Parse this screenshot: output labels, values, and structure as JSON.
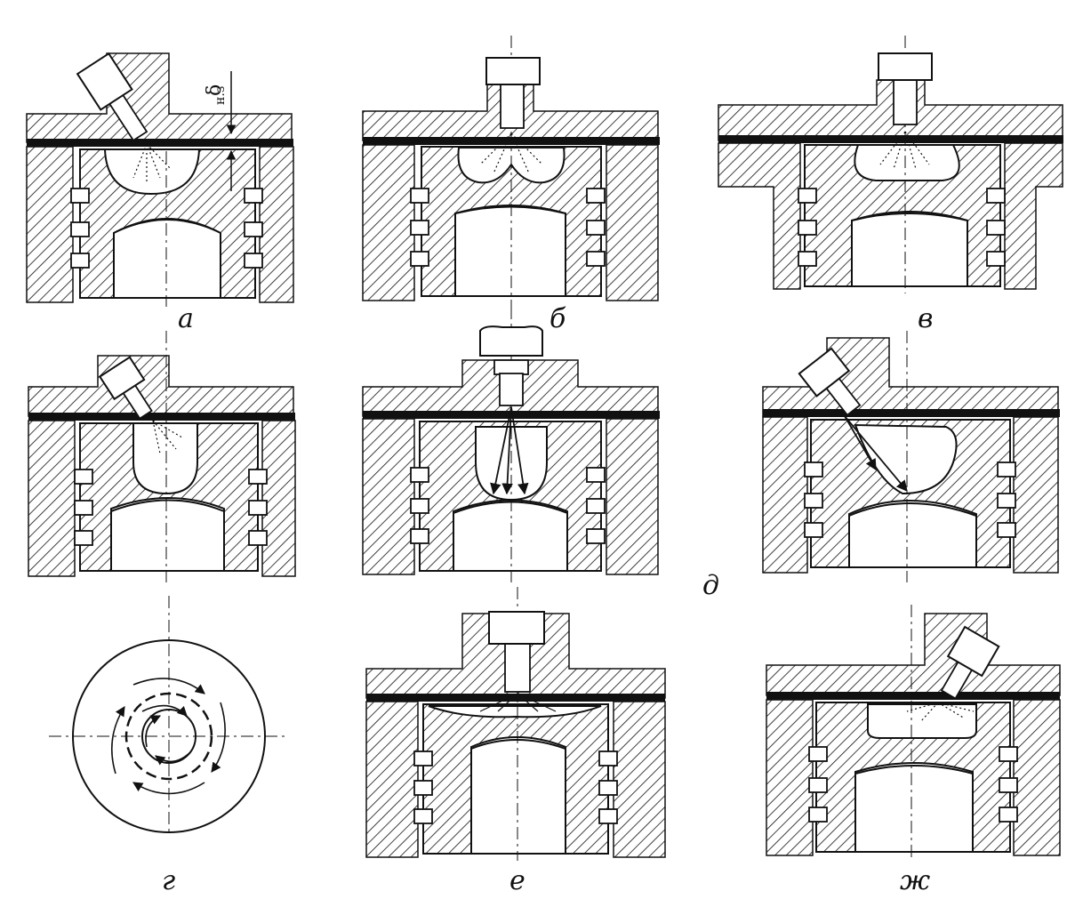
{
  "labels": {
    "a": "а",
    "b": "б",
    "v": "в",
    "g": "г",
    "d": "д",
    "e": "е",
    "zh": "ж"
  },
  "gap_symbol": {
    "main": "δ",
    "subscript": "н.з"
  }
}
